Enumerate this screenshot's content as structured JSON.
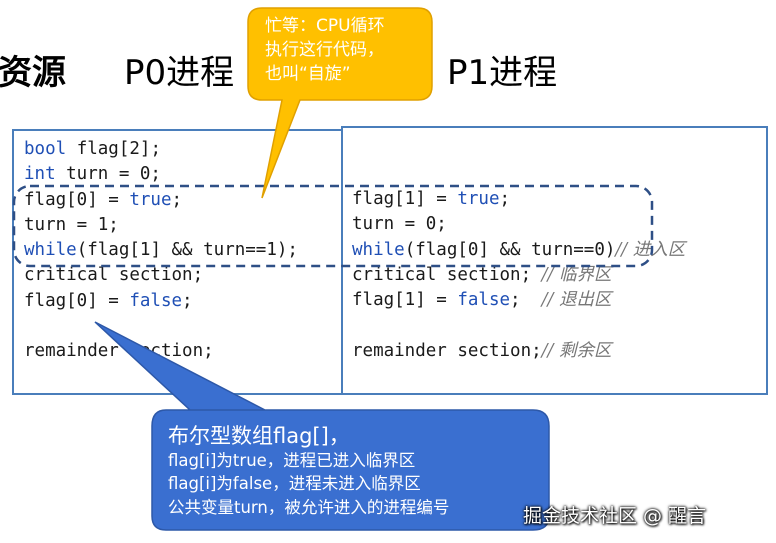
{
  "headings": {
    "left_fragment": "资源",
    "p0": "P0进程",
    "p1": "P1进程"
  },
  "code_p0": {
    "l1_kw": "bool",
    "l1_rest": " flag[2];",
    "l2_kw": "int",
    "l2_rest": " turn = 0;",
    "l3_a": "flag[0] = ",
    "l3_kw": "true",
    "l3_b": ";",
    "l4": "turn = 1;",
    "l5_kw": "while",
    "l5_rest": "(flag[1] && turn==1);",
    "l6": "critical section;",
    "l7_a": "flag[0] = ",
    "l7_kw": "false",
    "l7_b": ";",
    "l9": "remainder section;"
  },
  "code_p1": {
    "l1_a": "flag[1] = ",
    "l1_kw": "true",
    "l1_b": ";",
    "l2": "turn = 0;",
    "l3_kw": "while",
    "l3_rest": "(flag[0] && turn==0)",
    "l3_cm": "// 进入区",
    "l4": "critical section; ",
    "l4_cm": "// 临界区",
    "l5_a": "flag[1] = ",
    "l5_kw": "false",
    "l5_b": ";  ",
    "l5_cm": "// 退出区",
    "l7": "remainder section;",
    "l7_cm": "// 剩余区"
  },
  "callout_orange": {
    "line1": "忙等：CPU循环",
    "line2": "执行这行代码，",
    "line3": "也叫“自旋”"
  },
  "callout_blue": {
    "title": "布尔型数组flag[]，",
    "line1": "flag[i]为true，进程已进入临界区",
    "line2": "flag[i]为false，进程未进入临界区",
    "line3": "公共变量turn，被允许进入的进程编号"
  },
  "watermark": "掘金技术社区 @ 醒言",
  "colors": {
    "panel_border": "#4a7ebb",
    "keyword": "#1f4fb5",
    "dashed_box": "#2e4f86",
    "orange_fill": "#ffc000",
    "orange_stroke": "#e0a000",
    "blue_fill": "#3a6fd0",
    "blue_stroke": "#2d58a8"
  }
}
